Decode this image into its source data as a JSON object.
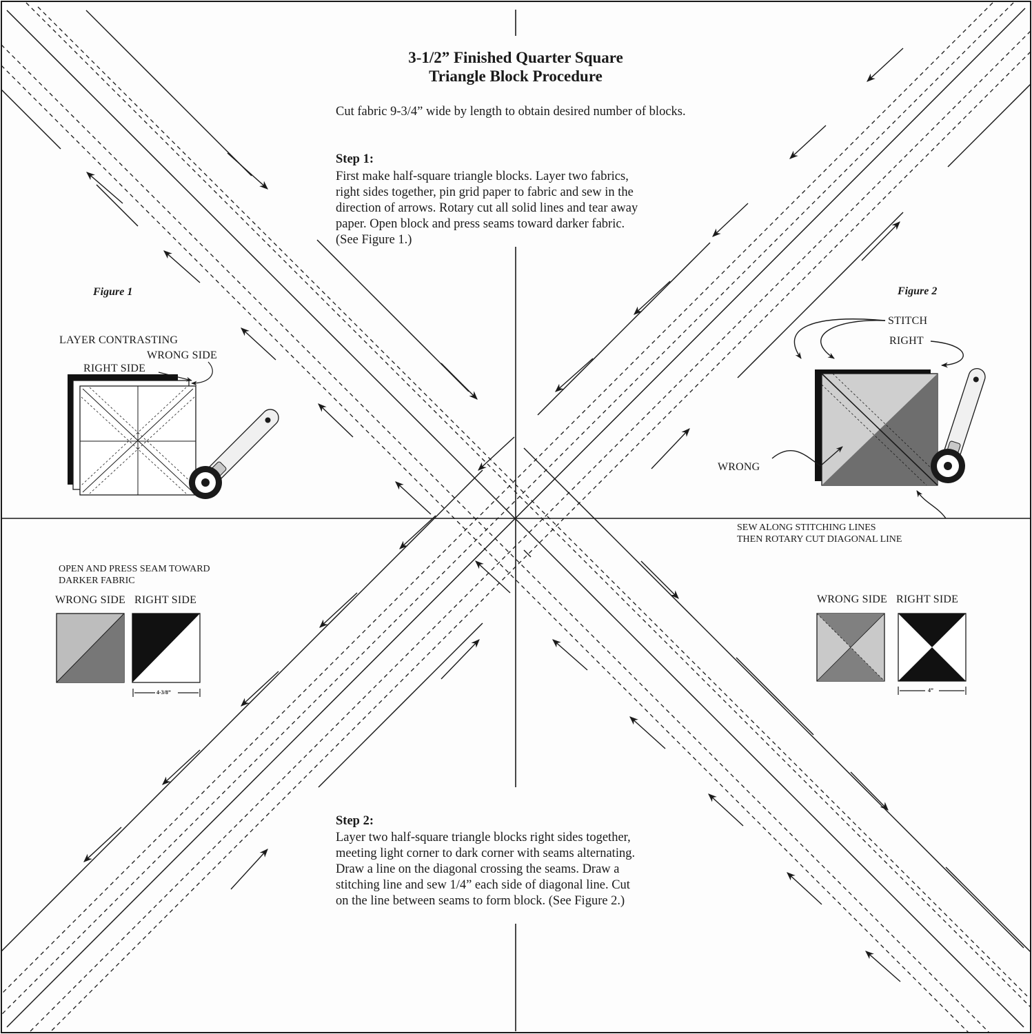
{
  "title": {
    "line1": "3-1/2” Finished Quarter Square",
    "line2": "Triangle Block Procedure"
  },
  "intro": "Cut fabric 9-3/4” wide by length to obtain desired number of blocks.",
  "step1": {
    "heading": "Step 1:",
    "lines": [
      "First make half-square triangle blocks. Layer two fabrics,",
      "right sides together, pin grid paper to fabric and sew in the",
      "direction of arrows. Rotary cut all solid lines and tear away",
      "paper. Open block and press seams toward darker fabric.",
      "(See Figure 1.)"
    ]
  },
  "step2": {
    "heading": "Step 2:",
    "lines": [
      "Layer two half-square triangle blocks right sides together,",
      "meeting light corner to dark corner with seams alternating.",
      "Draw a line on the diagonal crossing the seams. Draw a",
      "stitching line and sew 1/4” each side of diagonal line. Cut",
      "on the line between seams to form block. (See Figure 2.)"
    ]
  },
  "figure1": {
    "caption": "Figure 1",
    "layer_label": "LAYER CONTRASTING",
    "wrong_side": "WRONG SIDE",
    "right_side": "RIGHT SIDE",
    "cutter_icon": "rotary-cutter-icon"
  },
  "figure2": {
    "caption": "Figure 2",
    "stitch": "STITCH",
    "right": "RIGHT",
    "wrong": "WRONG",
    "sew_note_line1": "SEW ALONG STITCHING LINES",
    "sew_note_line2": "THEN ROTARY CUT DIAGONAL LINE",
    "cutter_icon": "rotary-cutter-icon"
  },
  "bottom_left": {
    "note_line1": "OPEN AND PRESS SEAM TOWARD",
    "note_line2": "DARKER FABRIC",
    "wrong_side": "WRONG SIDE",
    "right_side": "RIGHT SIDE",
    "measure": "4-3/8”"
  },
  "bottom_right": {
    "wrong_side": "WRONG SIDE",
    "right_side": "RIGHT SIDE",
    "measure": "4”"
  },
  "colors": {
    "ink": "#1a1a1a",
    "paper": "#fdfdfd",
    "light_fabric": "#b8b8b8",
    "dark_fabric": "#6e6e6e",
    "black_fabric": "#111111"
  }
}
